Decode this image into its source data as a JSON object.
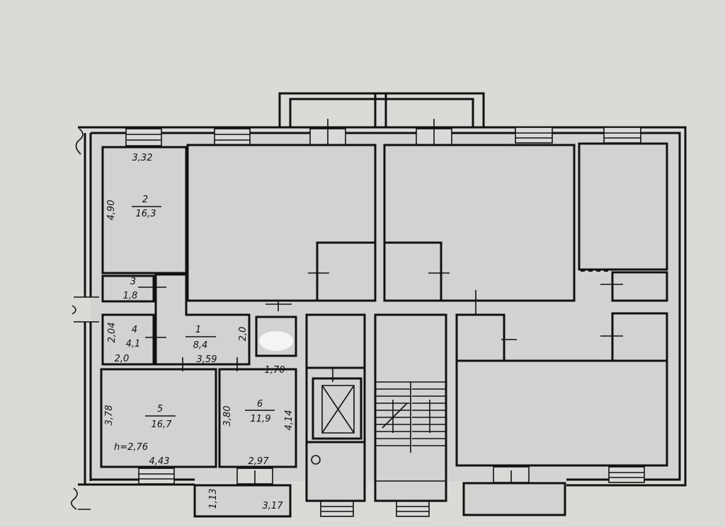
{
  "rooms": [
    {
      "number": "1",
      "area": "8,4"
    },
    {
      "number": "2",
      "area": "16,3"
    },
    {
      "number": "3",
      "area": "1,8"
    },
    {
      "number": "4",
      "area": "4,1"
    },
    {
      "number": "5",
      "area": "16,7"
    },
    {
      "number": "6",
      "area": "11,9"
    }
  ],
  "dimensions": {
    "room2_width": "3,32",
    "room2_length": "4,90",
    "room4_height": "2,04",
    "room4_width": "2,0",
    "room1_width": "3,59",
    "room1_height": "2,0",
    "room6_top": "1,70",
    "room5_height": "3,78",
    "room5_width": "4,43",
    "room6_left": "3,80",
    "room6_right": "4,14",
    "room6_width": "2,97",
    "balcony_depth": "1,13",
    "balcony_width": "3,17"
  },
  "ceiling_height": "h=2,76"
}
